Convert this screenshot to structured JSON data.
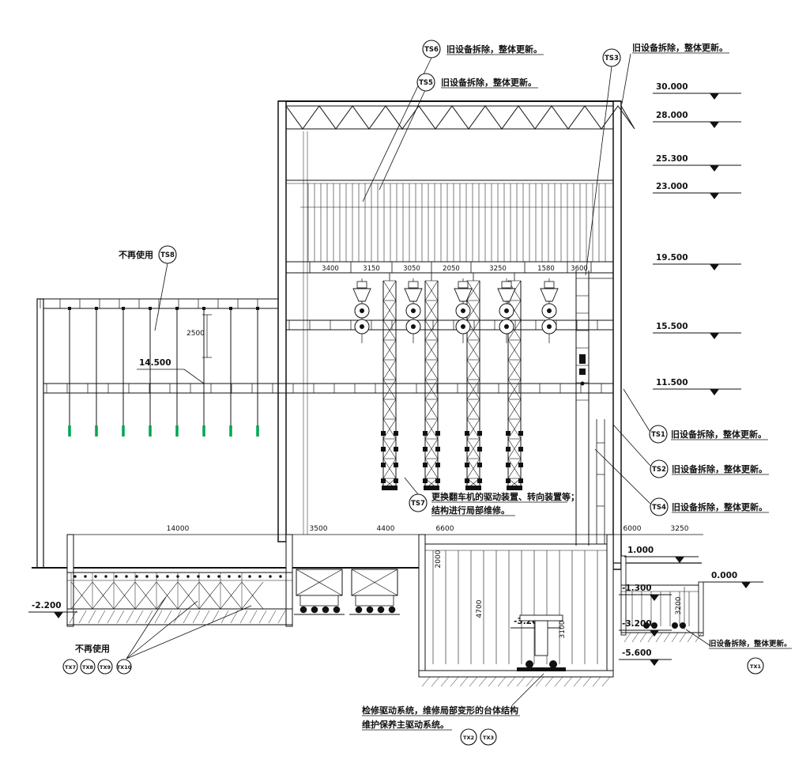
{
  "drawing": {
    "notes": {
      "demolish": "旧设备拆除，整体更新。",
      "unused": "不再使用",
      "ts7_line1": "更换翻车机的驱动装置、转向装置等；",
      "ts7_line2": "结构进行局部维修。",
      "overhaul_line1": "检修驱动系统，维修局部变形的台体结构",
      "overhaul_line2": "维护保养主驱动系统。"
    },
    "callouts": {
      "ts1": "TS1",
      "ts2": "TS2",
      "ts3": "TS3",
      "ts4": "TS4",
      "ts5": "TS5",
      "ts6": "TS6",
      "ts7": "TS7",
      "ts8": "TS8",
      "tx1": "TX1",
      "tx2": "TX2",
      "tx3": "TX3",
      "tx7": "TX7",
      "tx8": "TX8",
      "tx9": "TX9",
      "tx10": "TX10"
    },
    "elevations": {
      "upper": [
        "30.000",
        "28.000",
        "25.300",
        "23.000",
        "19.500",
        "15.500",
        "11.500"
      ],
      "lower": {
        "p1000": "1.000",
        "p0000": "0.000",
        "m1300": "-1.300",
        "m2200": "-2.200",
        "m3200": "-3.200",
        "m5600": "-5.600"
      }
    },
    "dims": {
      "mid_bays": [
        "3400",
        "3150",
        "3050",
        "2050",
        "3250",
        "1580",
        "3600"
      ],
      "bottom": [
        "14000",
        "3500",
        "4400",
        "6600",
        "6000",
        "3250"
      ],
      "vertical": {
        "v2000": "2000",
        "v4700": "4700",
        "v3100": "3100",
        "v3200": "3200"
      },
      "annex": {
        "d2500": "2500",
        "d14500": "14.500"
      }
    }
  }
}
